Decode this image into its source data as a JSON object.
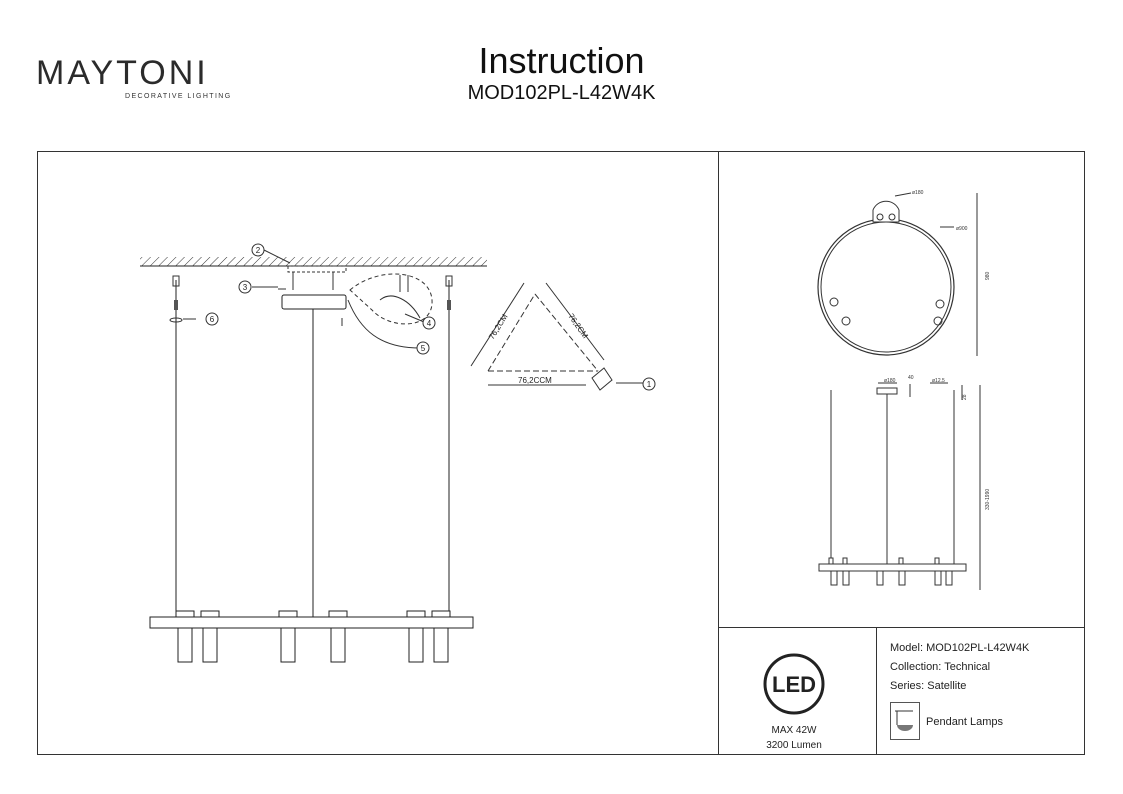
{
  "header": {
    "brand_name": "MAYTONI",
    "brand_tagline": "DECORATIVE LIGHTING",
    "title": "Instruction",
    "model": "MOD102PL-L42W4K"
  },
  "assembly": {
    "callouts": [
      "1",
      "2",
      "3",
      "4",
      "5",
      "6"
    ],
    "triangle_side_1": "76,2CM",
    "triangle_side_2": "76,2CM",
    "triangle_base": "76,2CCM"
  },
  "dimensions": {
    "top_canopy": "ø180",
    "top_ring": "ø900",
    "top_height": "980",
    "side_canopy": "ø180",
    "side_canopy_h": "40",
    "side_mount": "ø12.5",
    "side_mount_h": "28",
    "side_height": "330-1990"
  },
  "specs": {
    "led_label": "LED",
    "power": "MAX 42W",
    "lumen": "3200 Lumen"
  },
  "product_info": {
    "model": "Model: MOD102PL-L42W4K",
    "collection": "Collection: Technical",
    "series": "Series: Satellite",
    "type_icon": "pendant-lamp-icon",
    "type": "Pendant Lamps"
  }
}
